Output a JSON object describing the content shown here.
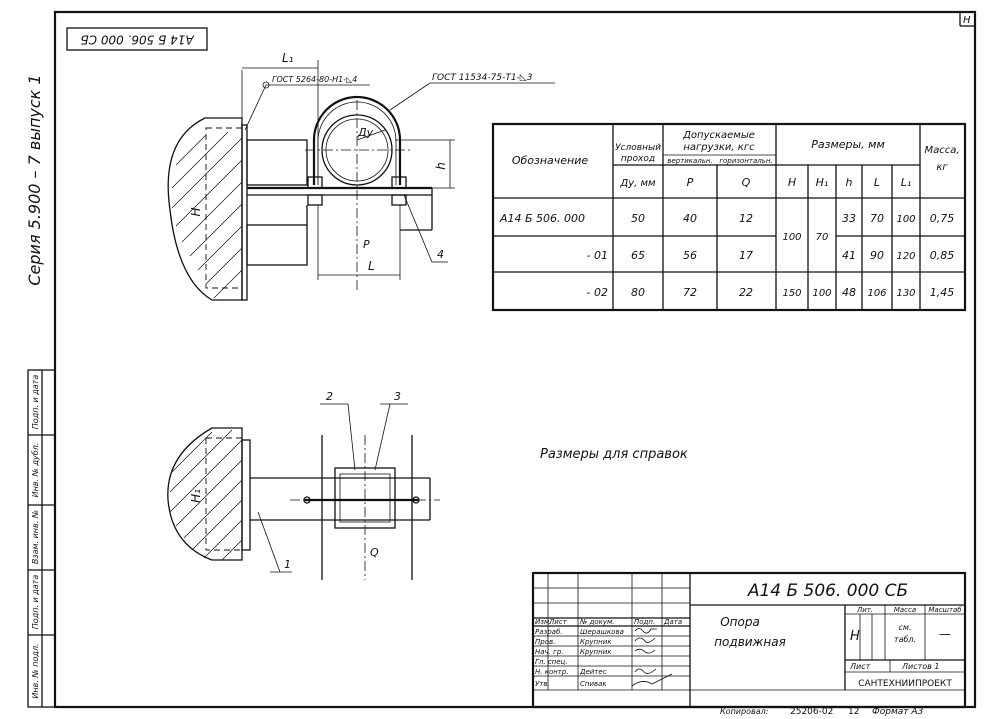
{
  "sheet": {
    "corner_mark": "Н",
    "doc_code_rotated": "А14 Б 506. 000 СБ",
    "series_label": "Серия  5.900 – 7   выпуск 1",
    "side_stamp": [
      "Инв. № подл.",
      "Подп. и дата",
      "Взам. инв. №",
      "Инв. № дубл.",
      "Подп. и дата"
    ],
    "note": "Размеры для справок"
  },
  "top_view": {
    "gost_left": "ГОСТ 5264-80-Н1-◺4",
    "gost_right": "ГОСТ 11534-75-Т1-◺3",
    "dim_l1": "L₁",
    "dim_du": "Ду",
    "dim_h": "h",
    "dim_H": "Н",
    "dim_P": "Р",
    "dim_l": "L",
    "pos_4": "4"
  },
  "bottom_view": {
    "pos_1": "1",
    "pos_2": "2",
    "pos_3": "3",
    "dim_H1": "Н₁",
    "dim_Q": "Q"
  },
  "spec_table": {
    "header_designation": "Обозначение",
    "header_nominal_line1": "Условный",
    "header_nominal_line2": "проход",
    "header_nominal_sub": "Ду, мм",
    "header_loads_line1": "Допускаемые",
    "header_loads_line2": "нагрузки, кгс",
    "header_vertical": "вертикальн.",
    "header_horizontal": "горизонтальн.",
    "header_vertical_sub": "Р",
    "header_horizontal_sub": "Q",
    "header_dims": "Размеры,  мм",
    "dim_cols": [
      "Н",
      "Н₁",
      "h",
      "L",
      "L₁"
    ],
    "header_mass_line1": "Масса,",
    "header_mass_line2": "кг",
    "rows": [
      {
        "designation": "А14 Б 506. 000",
        "du": "50",
        "p": "40",
        "q": "12",
        "h": "33",
        "l": "70",
        "l1": "100",
        "mass": "0,75"
      },
      {
        "designation": "- 01",
        "du": "65",
        "p": "56",
        "q": "17",
        "h": "41",
        "l": "90",
        "l1": "120",
        "mass": "0,85"
      },
      {
        "designation": "- 02",
        "du": "80",
        "p": "72",
        "q": "22",
        "H": "150",
        "H1": "100",
        "h": "48",
        "l": "106",
        "l1": "130",
        "mass": "1,45"
      }
    ],
    "merged_H": "100",
    "merged_H1": "70"
  },
  "title_block": {
    "code": "А14 Б 506. 000 СБ",
    "name_line1": "Опора",
    "name_line2": "подвижная",
    "head_lit": "Лит.",
    "head_mass": "Масса",
    "head_scale": "Масштаб",
    "lit_value": "Н",
    "mass_value_line1": "см.",
    "mass_value_line2": "табл.",
    "scale_value": "—",
    "sheet_label": "Лист",
    "sheets_label": "Листов 1",
    "org": "САНТЕХНИИПРОЕКТ",
    "col_heads": [
      "Изм.",
      "Лист",
      "№ докум.",
      "Подп.",
      "Дата"
    ],
    "roles": [
      {
        "role": "Разраб.",
        "name": "Шерашкова"
      },
      {
        "role": "Пров.",
        "name": "Крупник"
      },
      {
        "role": "Нач. гр.",
        "name": "Крупник"
      },
      {
        "role": "Гл. спец.",
        "name": ""
      },
      {
        "role": "Н. контр.",
        "name": "Дейтес"
      },
      {
        "role": "Утв.",
        "name": "Спивак"
      }
    ],
    "copied_label": "Копировал:",
    "copied_number": "25206-02",
    "copied_page": "12",
    "format_label": "Формат А3"
  }
}
